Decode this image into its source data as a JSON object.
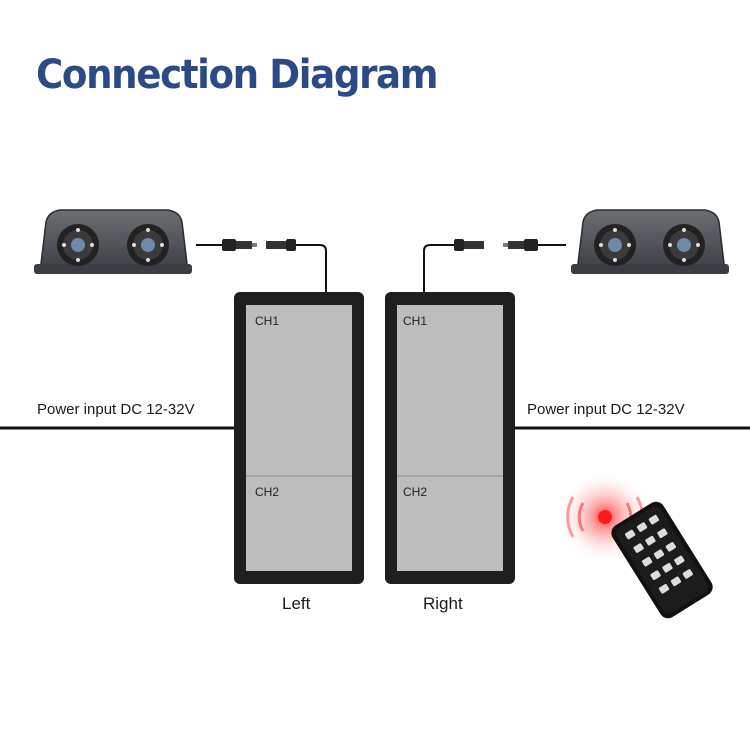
{
  "title": "Connection Diagram",
  "power_label_left": "Power input DC 12-32V",
  "power_label_right": "Power input DC 12-32V",
  "monitors": [
    {
      "ch1": "CH1",
      "ch2": "CH2",
      "label": "Left"
    },
    {
      "ch1": "CH1",
      "ch2": "CH2",
      "label": "Right"
    }
  ],
  "colors": {
    "title": "#2c4a86",
    "screen": "#bdbdbd",
    "frame": "#1e1e1e",
    "camera": "#4a4d52",
    "ir_led": "#e3322b"
  },
  "icons": [
    "dual-lens-camera-icon",
    "aviation-connector-icon",
    "remote-control-icon",
    "ir-signal-icon"
  ]
}
